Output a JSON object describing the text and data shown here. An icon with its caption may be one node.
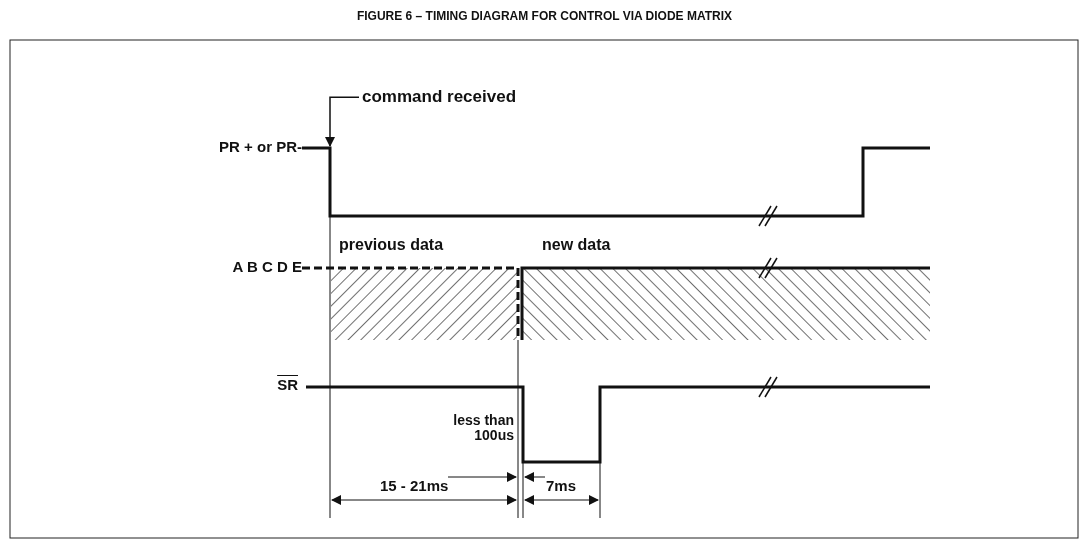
{
  "diagram": {
    "title": "FIGURE 6 – TIMING DIAGRAM FOR CONTROL VIA DIODE MATRIX",
    "nodes": [
      {
        "text": [
          "command received"
        ]
      },
      {
        "text": [],
        "shape": "picture"
      }
    ],
    "edges": [
      {
        "from": 0,
        "to": 1,
        "arrow": "to"
      }
    ],
    "labels": [
      "PR + or PR-",
      "A B C D E",
      "SR",
      "previous data",
      "new data",
      "less than 100us",
      "15 - 21ms",
      "7ms"
    ]
  }
}
